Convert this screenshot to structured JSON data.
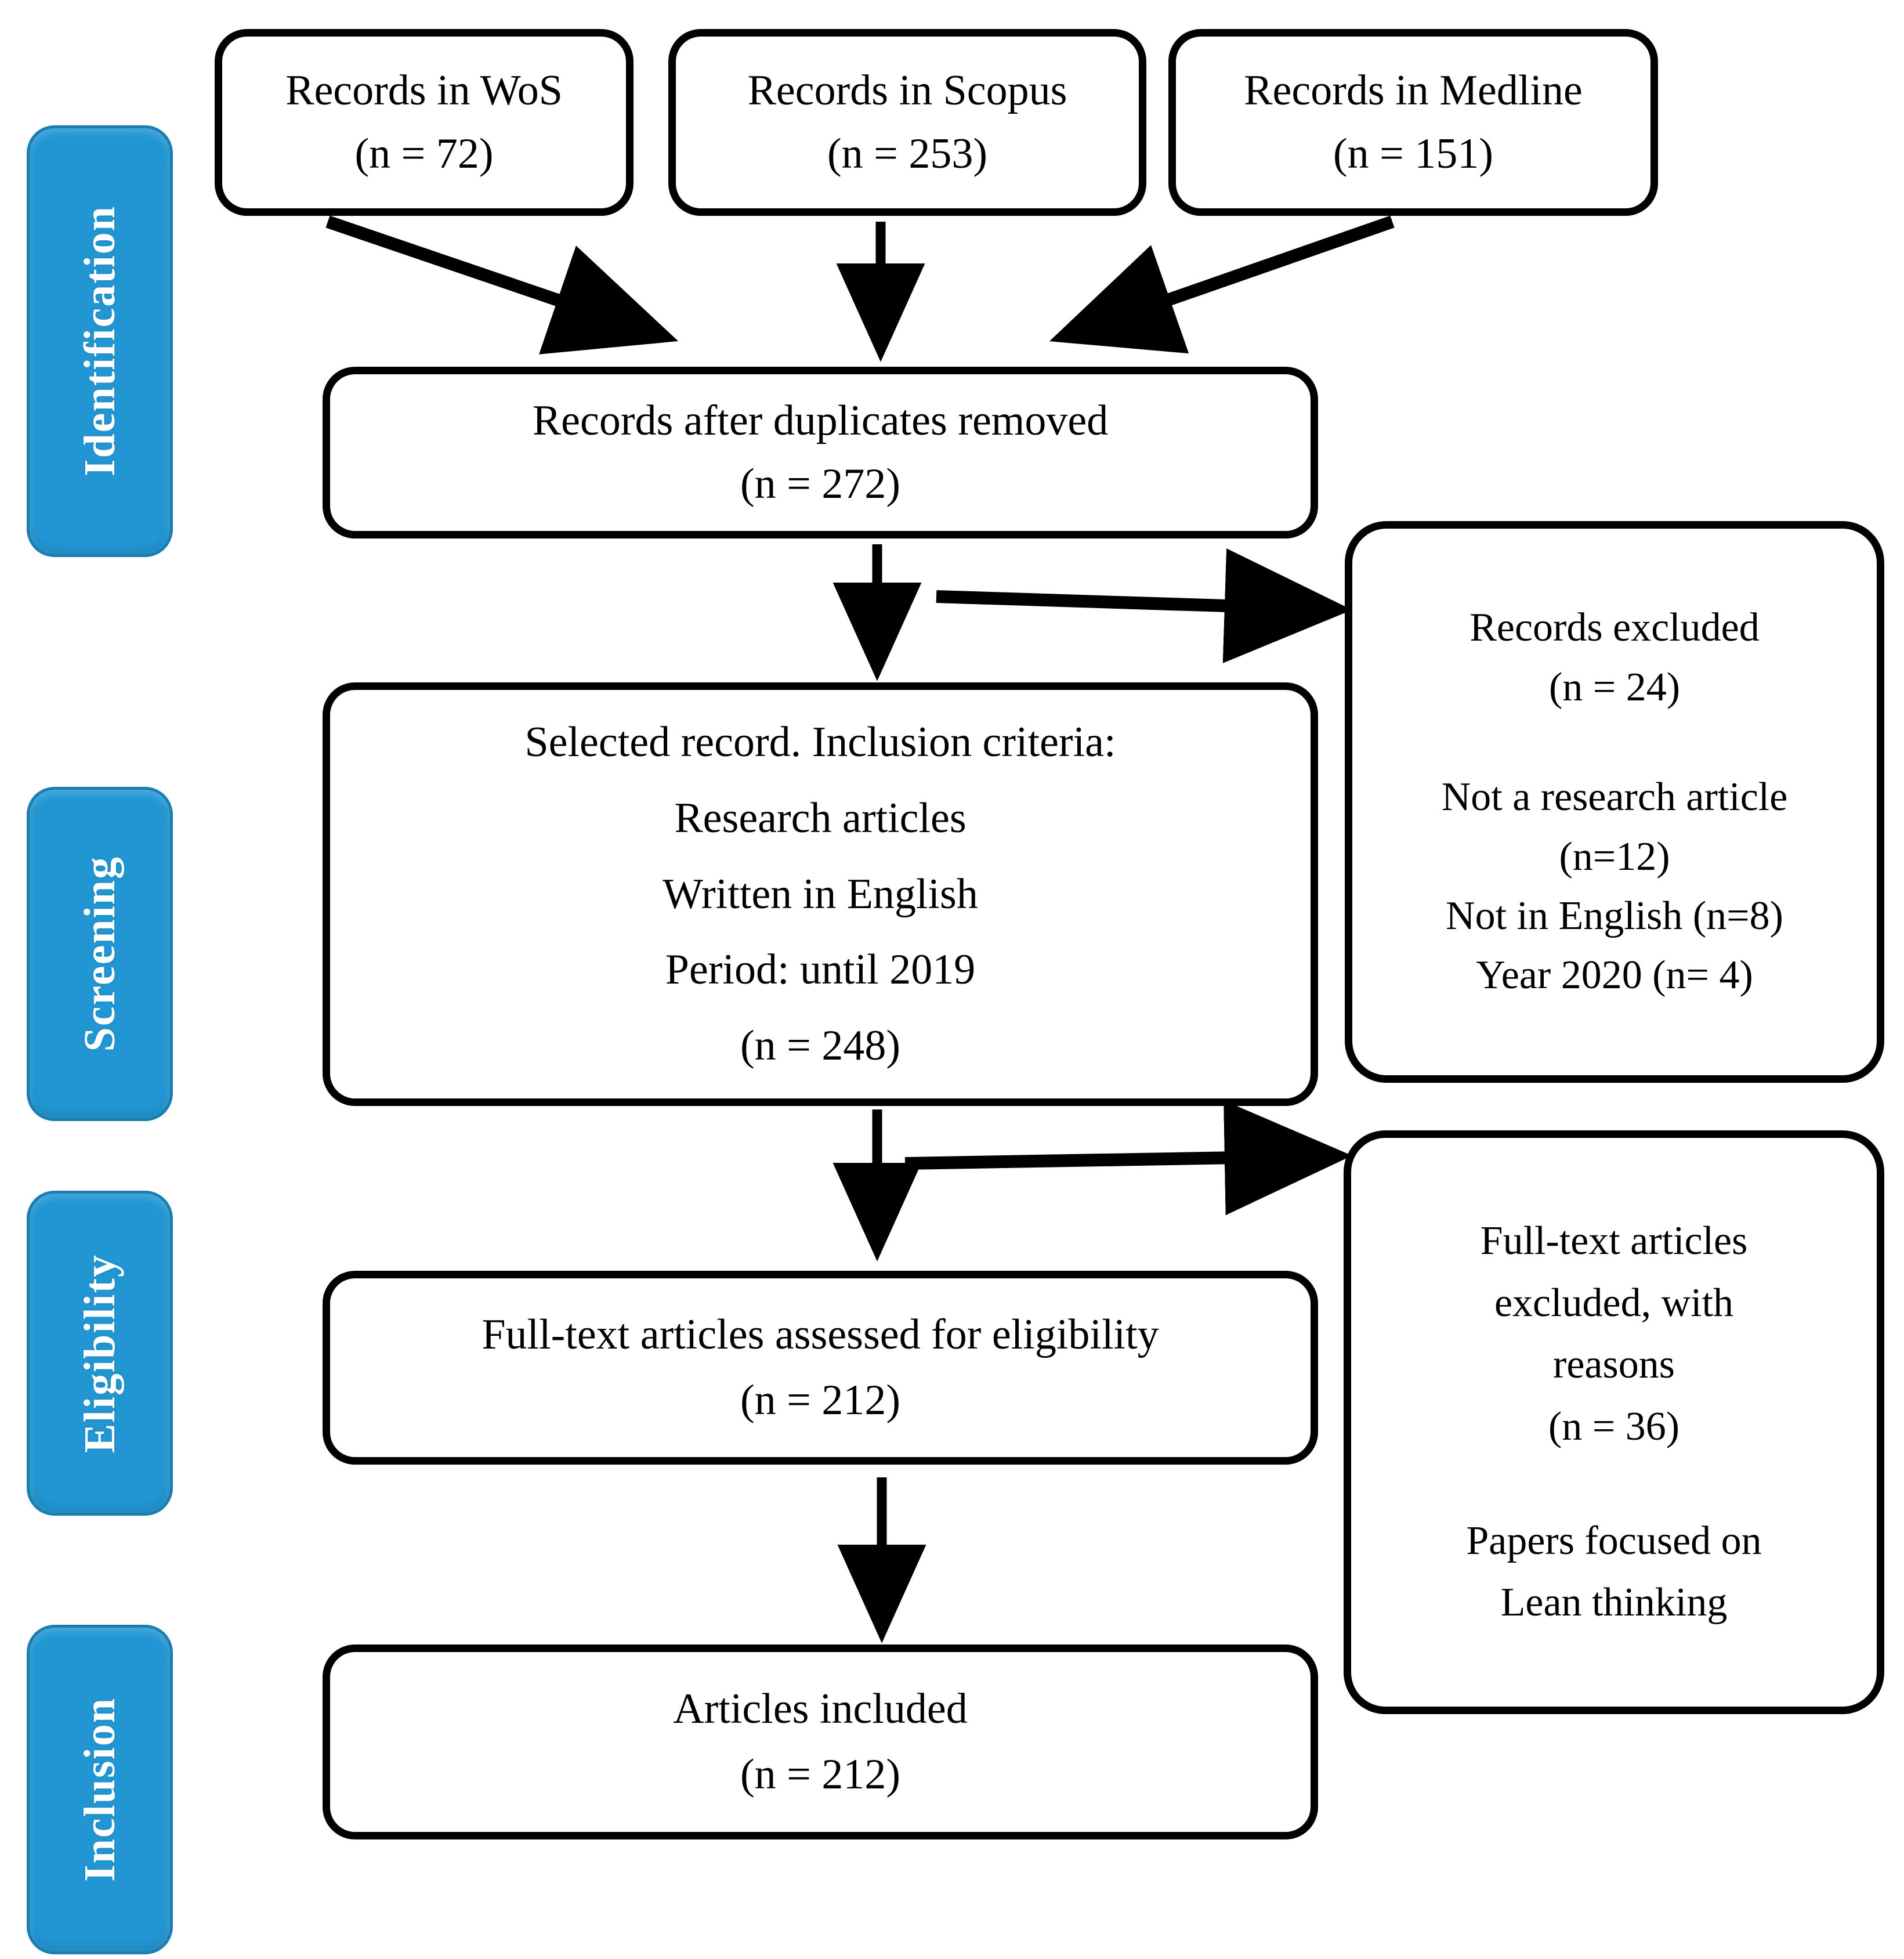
{
  "diagram": {
    "type": "prisma-flow-diagram",
    "title": "",
    "accent_color": "#2196D3",
    "accent_border_color": "#1B7EB0",
    "box_border_color": "#000000",
    "box_fill_color": "#FFFFFF",
    "text_color": "#000000",
    "stage_label_color": "#FFFFFF"
  },
  "stages": [
    {
      "id": "identification",
      "label": "Identification"
    },
    {
      "id": "screening",
      "label": "Screening"
    },
    {
      "id": "eligibility",
      "label": "Eligibility"
    },
    {
      "id": "inclusion",
      "label": "Inclusion"
    }
  ],
  "boxes": {
    "wos": {
      "lines": [
        "Records in WoS",
        "(n = 72)"
      ],
      "line1": "Records in WoS",
      "line2": "(n = 72)",
      "count": 72,
      "source": "WoS"
    },
    "scopus": {
      "lines": [
        "Records in Scopus",
        "(n = 253)"
      ],
      "line1": "Records in Scopus",
      "line2": "(n = 253)",
      "count": 253,
      "source": "Scopus"
    },
    "medline": {
      "lines": [
        "Records in Medline",
        "(n = 151)"
      ],
      "line1": "Records in Medline",
      "line2": "(n = 151)",
      "count": 151,
      "source": "Medline"
    },
    "duplicates_removed": {
      "line1": "Records after duplicates removed",
      "line2": "(n = 272)",
      "count": 272
    },
    "selected_record": {
      "line1": "Selected record. Inclusion criteria:",
      "line2": "Research articles",
      "line3": "Written in English",
      "line4": "Period: until 2019",
      "line5": "(n = 248)",
      "count": 248
    },
    "records_excluded": {
      "line1": "Records excluded",
      "line2": "(n = 24)",
      "line3": "Not a research article",
      "line4": "(n=12)",
      "line5": "Not in English (n=8)",
      "line6": "Year 2020 (n= 4)",
      "count": 24,
      "reasons": [
        {
          "reason": "Not a research article",
          "n": 12
        },
        {
          "reason": "Not in English",
          "n": 8
        },
        {
          "reason": "Year 2020",
          "n": 4
        }
      ]
    },
    "fulltext_assessed": {
      "line1": "Full-text articles assessed for eligibility",
      "line2": "(n = 212)",
      "count": 212
    },
    "fulltext_excluded": {
      "line1": "Full-text articles",
      "line2": "excluded, with",
      "line3": "reasons",
      "line4": "(n = 36)",
      "line5": "Papers focused on",
      "line6": "Lean thinking",
      "count": 36,
      "reasons": [
        "Papers focused on Lean thinking"
      ]
    },
    "articles_included": {
      "line1": "Articles included",
      "line2": "(n = 212)",
      "count": 212
    }
  },
  "connectors": [
    {
      "id": "wos-to-duplicates",
      "from": "wos",
      "to": "duplicates_removed",
      "style": "diagonal-arrow"
    },
    {
      "id": "scopus-to-duplicates",
      "from": "scopus",
      "to": "duplicates_removed",
      "style": "straight-arrow"
    },
    {
      "id": "medline-to-duplicates",
      "from": "medline",
      "to": "duplicates_removed",
      "style": "diagonal-arrow"
    },
    {
      "id": "duplicates-to-selected",
      "from": "duplicates_removed",
      "to": "selected_record",
      "style": "straight-arrow"
    },
    {
      "id": "duplicates-to-excluded",
      "from": "duplicates_removed",
      "to": "records_excluded",
      "style": "horizontal-arrow"
    },
    {
      "id": "selected-to-fulltext",
      "from": "selected_record",
      "to": "fulltext_assessed",
      "style": "straight-arrow"
    },
    {
      "id": "selected-to-ft-excluded",
      "from": "selected_record",
      "to": "fulltext_excluded",
      "style": "horizontal-arrow"
    },
    {
      "id": "fulltext-to-included",
      "from": "fulltext_assessed",
      "to": "articles_included",
      "style": "straight-arrow"
    }
  ]
}
